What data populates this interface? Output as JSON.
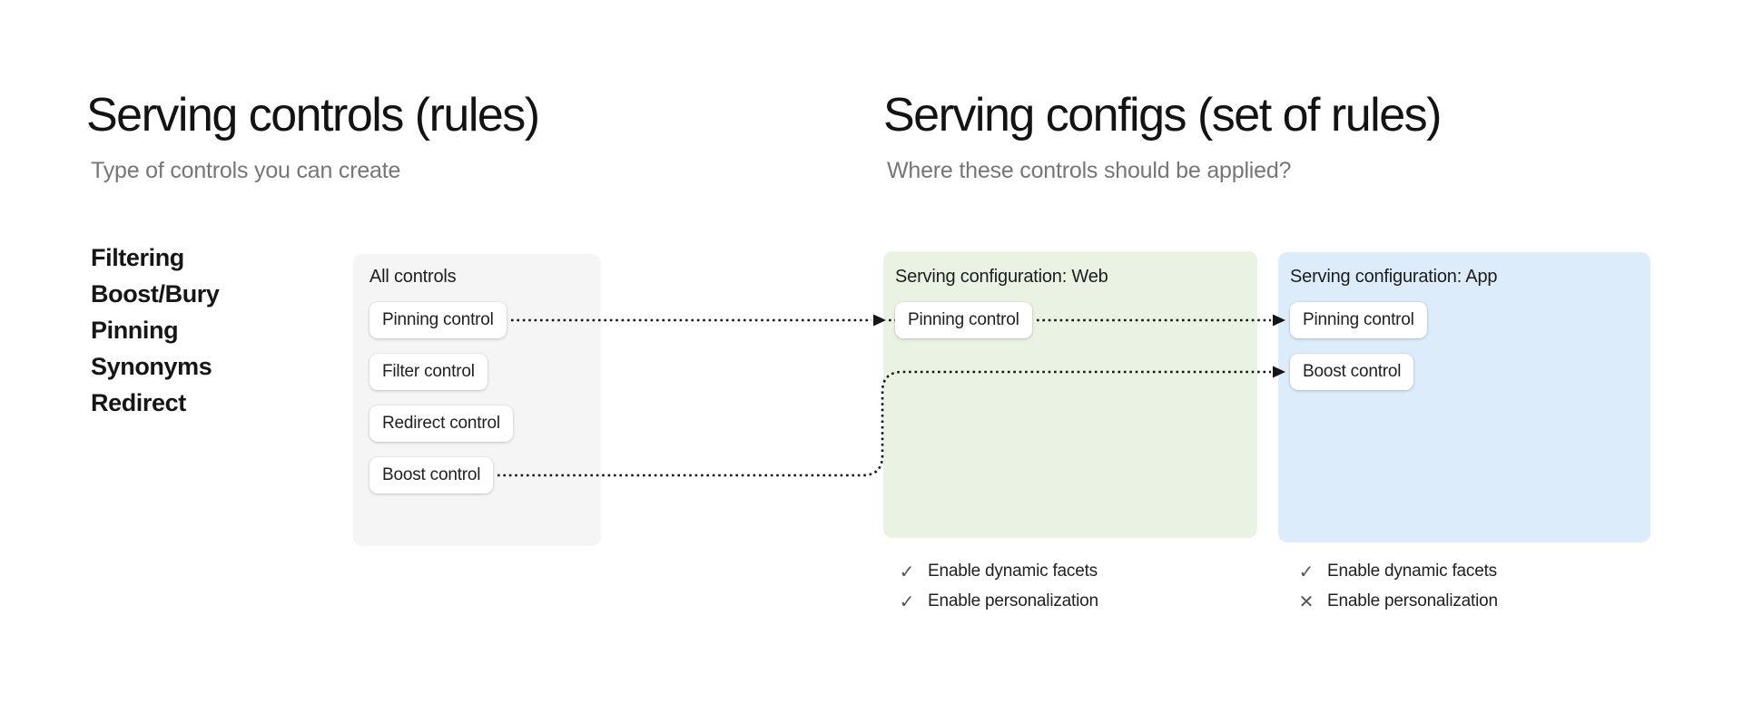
{
  "left_section": {
    "title": "Serving controls (rules)",
    "subtitle": "Type of controls you can create",
    "control_types": [
      "Filtering",
      "Boost/Bury",
      "Pinning",
      "Synonyms",
      "Redirect"
    ]
  },
  "right_section": {
    "title": "Serving configs (set of rules)",
    "subtitle": "Where these controls should be applied?"
  },
  "all_controls_card": {
    "label": "All controls",
    "buttons": [
      "Pinning control",
      "Filter control",
      "Redirect control",
      "Boost control"
    ]
  },
  "web_config_card": {
    "label": "Serving configuration: Web",
    "buttons": [
      "Pinning control"
    ],
    "features": [
      {
        "icon": "check",
        "glyph": "✓",
        "label": "Enable dynamic facets"
      },
      {
        "icon": "check",
        "glyph": "✓",
        "label": "Enable personalization"
      }
    ]
  },
  "app_config_card": {
    "label": "Serving configuration: App",
    "buttons": [
      "Pinning control",
      "Boost control"
    ],
    "features": [
      {
        "icon": "check",
        "glyph": "✓",
        "label": "Enable dynamic facets"
      },
      {
        "icon": "x",
        "glyph": "✕",
        "label": "Enable personalization"
      }
    ]
  },
  "connections": [
    {
      "from": "All controls / Pinning control",
      "to": "Serving configuration: Web / Pinning control",
      "type": "dotted-arrow"
    },
    {
      "from": "Serving configuration: Web / Pinning control",
      "to": "Serving configuration: App / Pinning control",
      "type": "dotted-arrow"
    },
    {
      "from": "All controls / Boost control",
      "to": "Serving configuration: App / Boost control",
      "type": "dotted-arrow"
    }
  ],
  "colors": {
    "all_controls_bg": "#f5f5f6",
    "web_config_bg": "#eaf3e3",
    "app_config_bg": "#ddecfa",
    "pill_bg": "#ffffff",
    "connector": "#161616",
    "title_text": "#131313",
    "subtitle_text": "#767676",
    "feature_icon": "#565656"
  }
}
